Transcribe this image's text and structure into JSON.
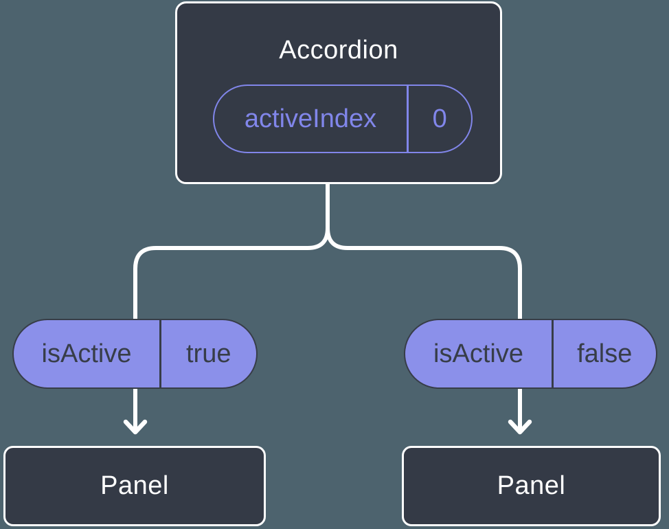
{
  "colors": {
    "background": "#4d636e",
    "node_fill": "#343a46",
    "node_border": "#ffffff",
    "accent_fill": "#8b90ea",
    "accent_outline": "#8186ea",
    "dark_text": "#373d48",
    "connector": "#ffffff",
    "light_text": "#ffffff"
  },
  "tree": {
    "root": {
      "title": "Accordion",
      "prop": {
        "name": "activeIndex",
        "value": "0"
      }
    },
    "branches": [
      {
        "state": {
          "name": "isActive",
          "value": "true"
        },
        "child": {
          "title": "Panel"
        }
      },
      {
        "state": {
          "name": "isActive",
          "value": "false"
        },
        "child": {
          "title": "Panel"
        }
      }
    ]
  }
}
